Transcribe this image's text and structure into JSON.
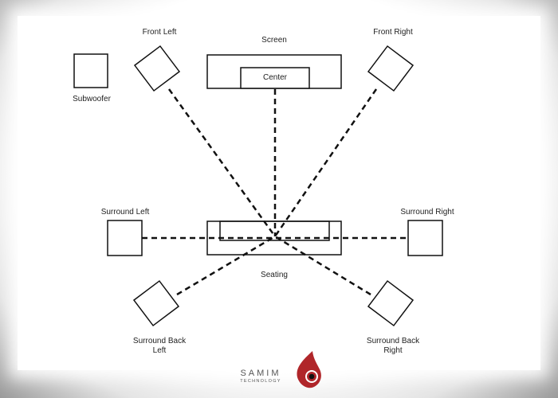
{
  "labels": {
    "front_left": "Front Left",
    "screen": "Screen",
    "front_right": "Front Right",
    "center": "Center",
    "subwoofer": "Subwoofer",
    "surround_left": "Surround Left",
    "surround_right": "Surround Right",
    "seating": "Seating",
    "surround_back_left_1": "Surround Back",
    "surround_back_left_2": "Left",
    "surround_back_right_1": "Surround Back",
    "surround_back_right_2": "Right"
  },
  "branding": {
    "name": "SAMIM",
    "tagline": "TECHNOLOGY",
    "accent_color": "#b0262a"
  },
  "colors": {
    "line": "#111111",
    "frame_shadow": "#8a8a8a"
  }
}
